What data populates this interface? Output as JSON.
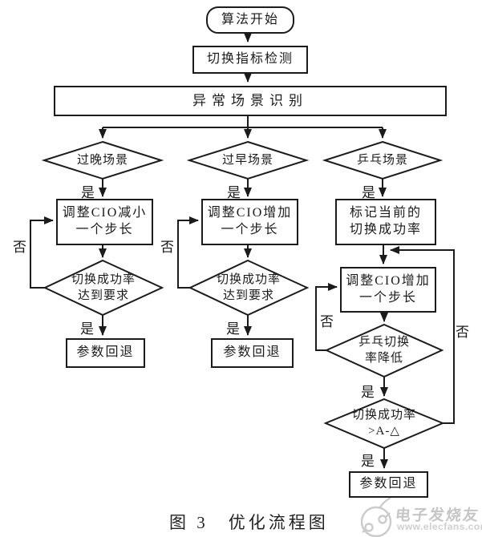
{
  "figure": {
    "caption": "图 3　优化流程图"
  },
  "labels": {
    "yes": "是",
    "no": "否"
  },
  "nodes": {
    "start": "算法开始",
    "detect": "切换指标检测",
    "identify": "异常场景识别",
    "scene_late": "过晚场景",
    "scene_early": "过早场景",
    "scene_pingpong": "乒乓场景",
    "adjust_cio_decrease": "调整CIO减小\n一个步长",
    "adjust_cio_increase_mid": "调整CIO增加\n一个步长",
    "mark_current_rate": "标记当前的\n切换成功率",
    "rate_met_left": "切换成功率\n达到要求",
    "rate_met_mid": "切换成功率\n达到要求",
    "rollback_left": "参数回退",
    "rollback_mid": "参数回退",
    "adjust_cio_increase_right": "调整CIO增加\n一个步长",
    "pingpong_rate_lower": "乒乓切换\n率降低",
    "rate_above_threshold": "切换成功率\n>A-△",
    "rollback_right": "参数回退"
  },
  "watermark": {
    "brand": "电子发烧友",
    "url": "www.elecfans.com"
  }
}
